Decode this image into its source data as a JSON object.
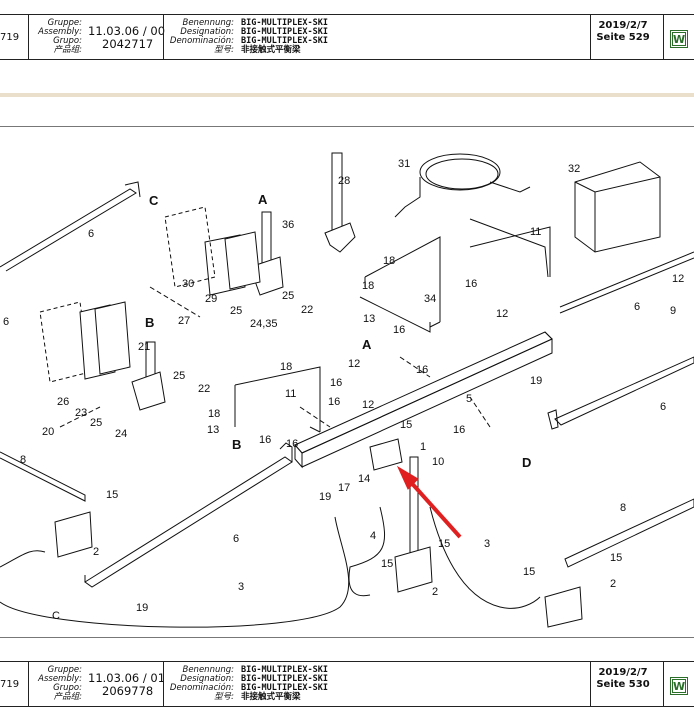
{
  "top_header": {
    "left_edge": "719",
    "labels": [
      "Gruppe:",
      "Assembly:",
      "Grupo:",
      "产品组:"
    ],
    "assembly_no": "11.03.06 / 00",
    "group_no": "2042717",
    "name_labels": [
      "Benennung:",
      "Designation:",
      "Denominación:",
      "型号:"
    ],
    "names": [
      "BIG-MULTIPLEX-SKI",
      "BIG-MULTIPLEX-SKI",
      "BIG-MULTIPLEX-SKI",
      "非接触式平衡梁"
    ],
    "date": "2019/2/7",
    "page": "Seite 529",
    "logo": "W"
  },
  "bottom_header": {
    "left_edge": "719",
    "labels": [
      "Gruppe:",
      "Assembly:",
      "Grupo:",
      "产品组:"
    ],
    "assembly_no": "11.03.06 / 01",
    "group_no": "2069778",
    "name_labels": [
      "Benennung:",
      "Designation:",
      "Denominación:",
      "型号:"
    ],
    "names": [
      "BIG-MULTIPLEX-SKI",
      "BIG-MULTIPLEX-SKI",
      "BIG-MULTIPLEX-SKI",
      "非接触式平衡梁"
    ],
    "date": "2019/2/7",
    "page": "Seite 530",
    "logo": "W"
  },
  "drawing": {
    "callouts": [
      "1",
      "2",
      "2",
      "3",
      "3",
      "4",
      "5",
      "6",
      "6",
      "6",
      "6",
      "6",
      "8",
      "8",
      "9",
      "10",
      "11",
      "11",
      "12",
      "12",
      "12",
      "12",
      "13",
      "13",
      "14",
      "15",
      "15",
      "15",
      "15",
      "15",
      "16",
      "16",
      "16",
      "16",
      "16",
      "16",
      "16",
      "17",
      "18",
      "18",
      "18",
      "18",
      "19",
      "19",
      "19",
      "20",
      "21",
      "22",
      "22",
      "23",
      "24",
      "24,35",
      "25",
      "25",
      "25",
      "26",
      "27",
      "28",
      "29",
      "30",
      "31",
      "32",
      "34",
      "36"
    ],
    "section_letters": [
      "A",
      "A",
      "B",
      "B",
      "C",
      "C",
      "D"
    ],
    "highlight_color": "#e02020"
  }
}
